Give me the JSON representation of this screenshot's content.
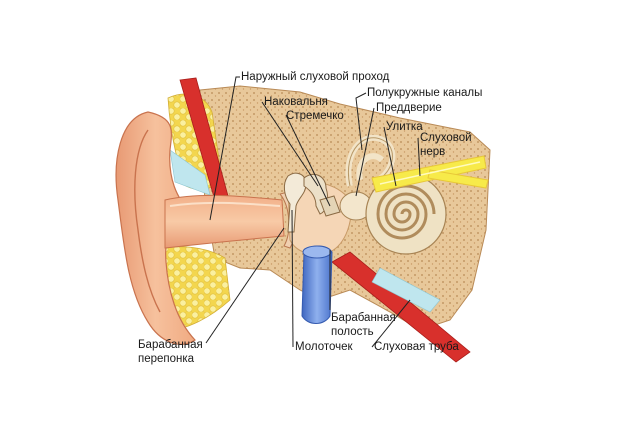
{
  "labels": {
    "ear_canal": "Наружный слуховой проход",
    "incus": "Наковальня",
    "stapes": "Стремечко",
    "semicircular": "Полукружные каналы",
    "vestibule": "Преддверие",
    "cochlea": "Улитка",
    "nerve_1": "Слуховой",
    "nerve_2": "нерв",
    "eardrum_1": "Барабанная",
    "eardrum_2": "перепонка",
    "malleus": "Молоточек",
    "cavity_1": "Барабанная",
    "cavity_2": "полость",
    "tube": "Слуховая труба"
  },
  "colors": {
    "skin": "#f4b48c",
    "skin_shadow": "#e08a66",
    "bone": "#e8c89a",
    "bone_dots": "#b98a56",
    "fat": "#f6df62",
    "muscle": "#d8302c",
    "fluid": "#bfe6ee",
    "blue_tube": "#5b86d8",
    "nerve": "#f7ea4a",
    "leader": "#222222"
  }
}
